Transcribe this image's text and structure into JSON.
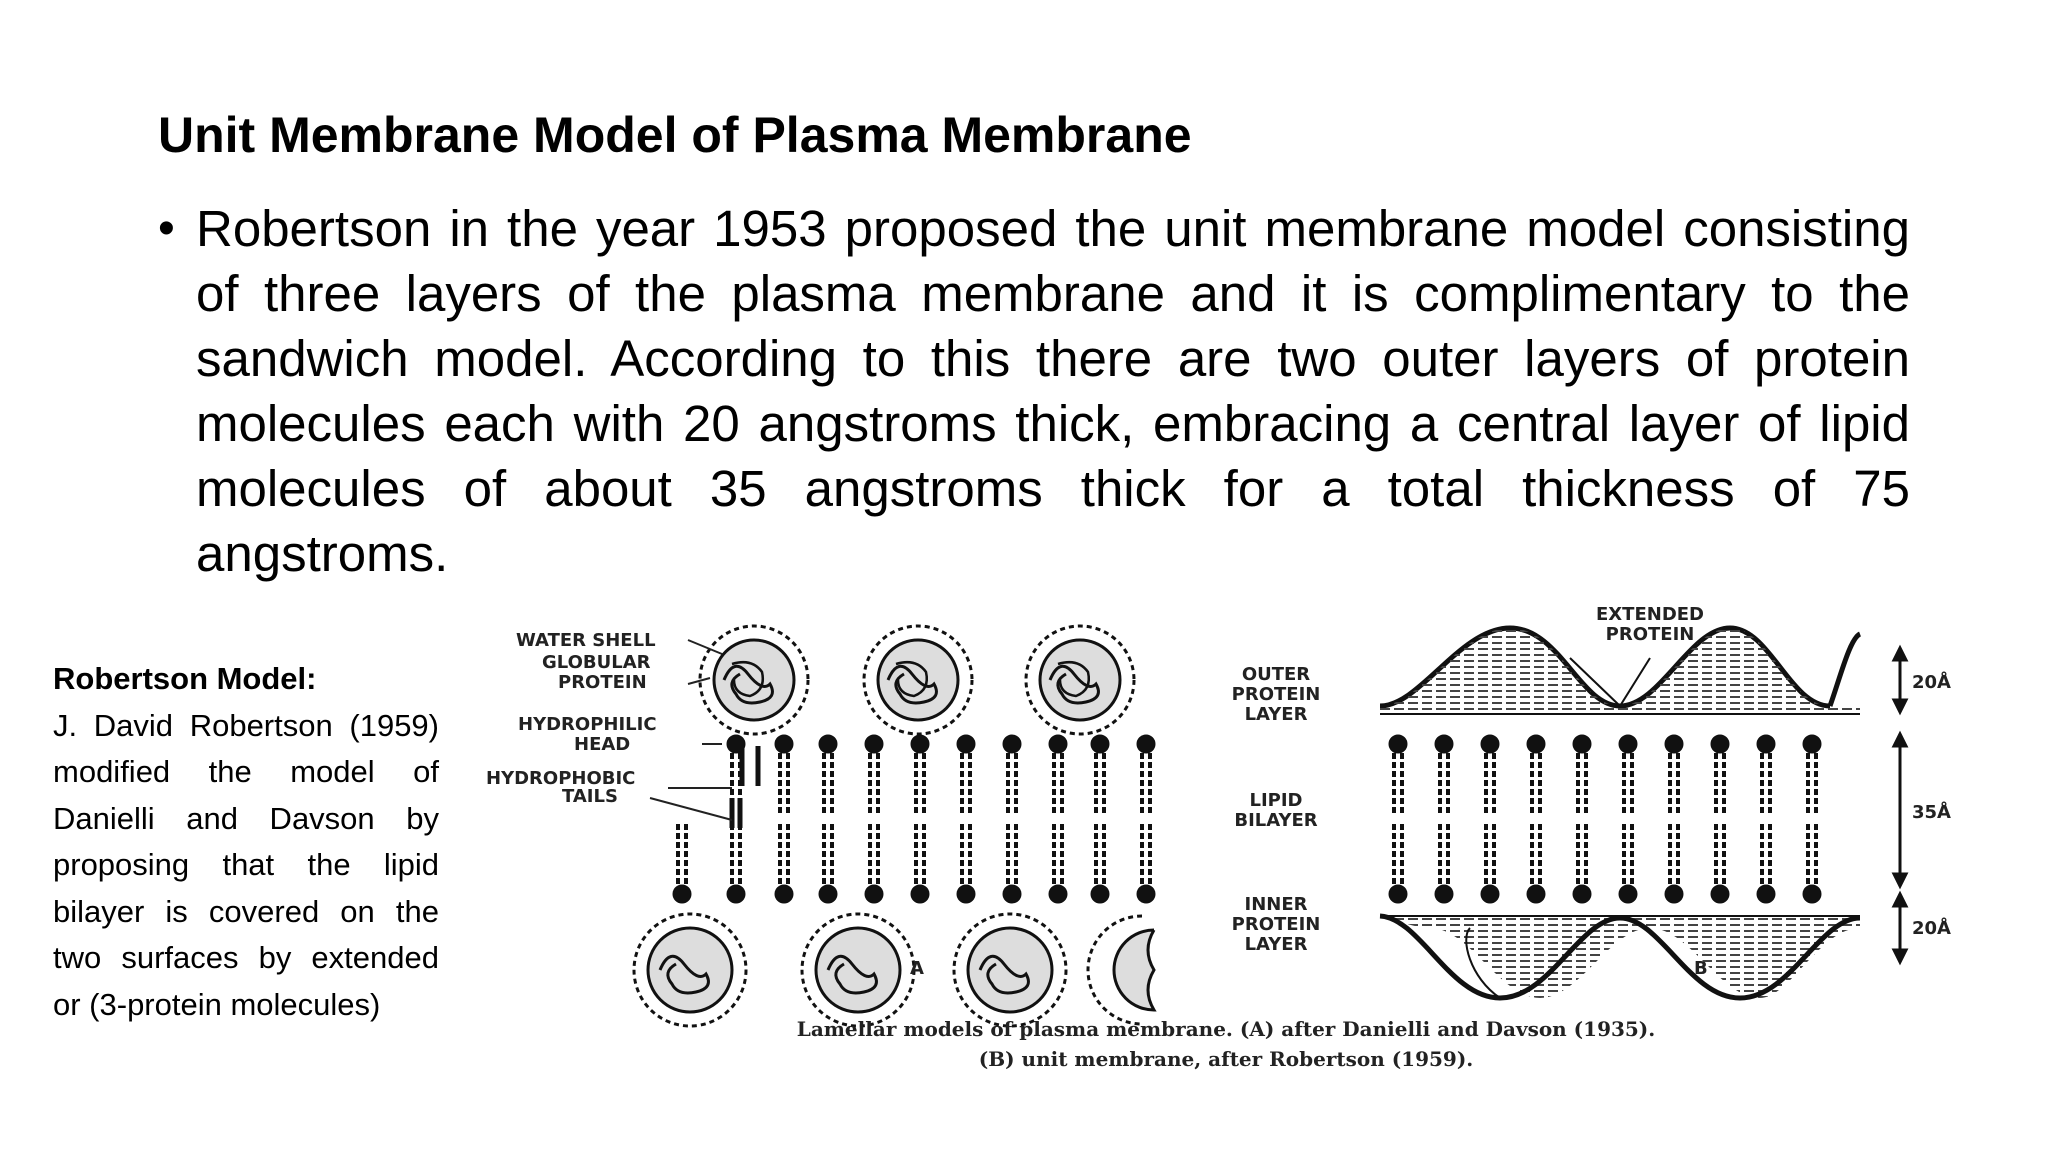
{
  "slide": {
    "title": "Unit Membrane Model of Plasma Membrane",
    "bullet": "Robertson in the year 1953 proposed the unit membrane model consisting of three layers of the plasma membrane and it is complimentary to the sandwich model. According to this there are two outer layers of protein molecules each with 20 angstroms thick, embracing a central layer of lipid molecules of about 35 angstroms thick for a total thickness of 75 angstroms."
  },
  "sidebar": {
    "heading": "Robertson Model:",
    "body": "J. David Robertson (1959) modified the model of Danielli and Davson by proposing that the lipid bilayer is covered on the two surfaces by extended or (3-protein molecules)"
  },
  "figure": {
    "labels": {
      "water_shell": "WATER SHELL",
      "globular_1": "GLOBULAR",
      "globular_2": "PROTEIN",
      "hydrophilic_1": "HYDROPHILIC",
      "hydrophilic_2": "HEAD",
      "hydrophobic_1": "HYDROPHOBIC",
      "hydrophobic_2": "TAILS",
      "outer_1": "OUTER",
      "outer_2": "PROTEIN",
      "outer_3": "LAYER",
      "lipid_1": "LIPID",
      "lipid_2": "BILAYER",
      "inner_1": "INNER",
      "inner_2": "PROTEIN",
      "inner_3": "LAYER",
      "extended_1": "EXTENDED",
      "extended_2": "PROTEIN",
      "dim_top": "20Å",
      "dim_mid": "35Å",
      "dim_bot": "20Å",
      "panel_a": "A",
      "panel_b": "B"
    },
    "caption_1": "Lamellar models of plasma membrane. (A) after Danielli and Davson (1935).",
    "caption_2": "(B) unit membrane, after Robertson (1959)."
  }
}
